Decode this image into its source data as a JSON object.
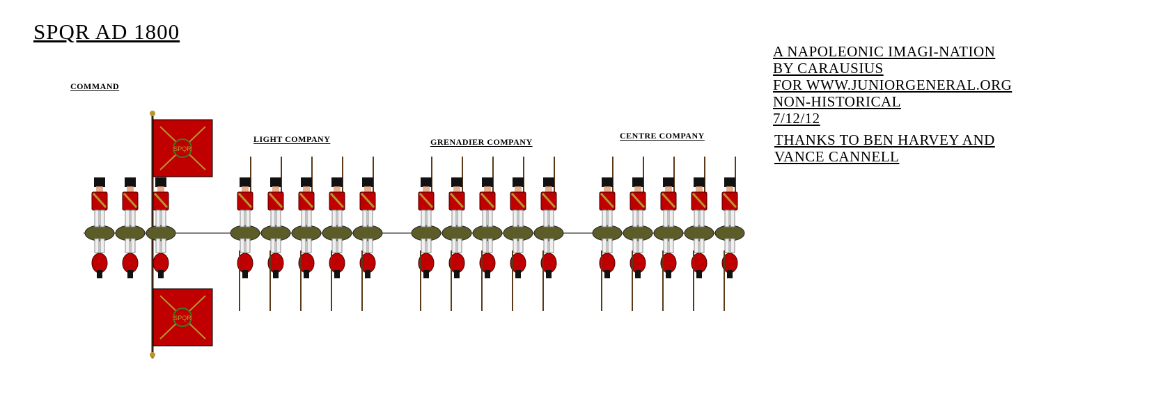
{
  "title": "SPQR AD 1800",
  "sections": [
    {
      "label": "Command",
      "figures": 3
    },
    {
      "label": "Light Company",
      "figures": 5
    },
    {
      "label": "Grenadier Company",
      "figures": 5
    },
    {
      "label": "Centre Company",
      "figures": 5
    }
  ],
  "flag_text": "SPQR",
  "credits": {
    "lines": [
      "A Napoleonic Imagi-Nation",
      "by Carausius",
      "for www.juniorgeneral.org",
      "Non-Historical",
      "7/12/12"
    ],
    "thanks": [
      "Thanks to Ben Harvey and",
      "Vance Cannell"
    ]
  },
  "colors": {
    "coat": "#c00000",
    "flag": "#c00000",
    "base": "#5c5c28",
    "trouser": "#f0f0f0",
    "gold": "#b8962e"
  }
}
